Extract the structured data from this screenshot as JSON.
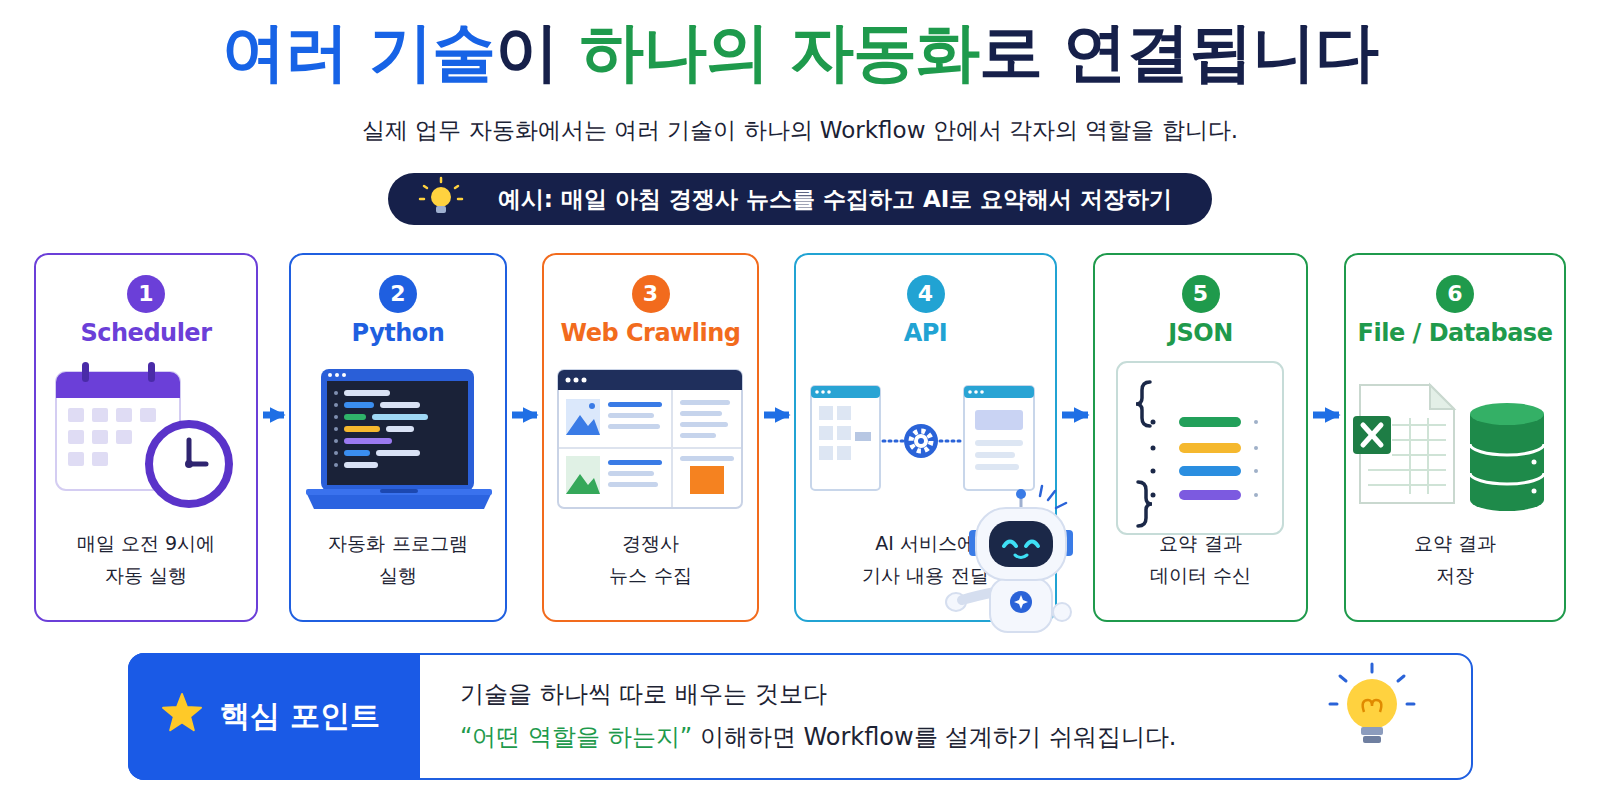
{
  "diagram": {
    "title": "여러 기술이 하나의 자동화로 연결됩니다",
    "nodes": [
      {
        "text": [
          "예시: 매일 아침 경쟁사 뉴스를 수집하고 AI로 요약해서 저장하기"
        ]
      },
      {
        "text": [
          "1",
          "Scheduler",
          "매일 오전 9시에 자동 실행"
        ]
      },
      {
        "text": [
          "2",
          "Python",
          "자동화 프로그램 실행"
        ]
      },
      {
        "text": [
          "3",
          "Web Crawling",
          "경쟁사 뉴스 수집"
        ]
      },
      {
        "text": [
          "4",
          "API",
          "AI 서비스에 기사 내용 전달"
        ]
      },
      {
        "text": [
          "5",
          "JSON",
          "요약 결과 데이터 수신"
        ]
      },
      {
        "text": [
          "6",
          "File / Database",
          "요약 결과 저장"
        ]
      },
      {
        "text": [
          "핵심 포인트",
          "기술을 하나씩 따로 배우는 것보다 “어떤 역할을 하는지” 이해하면 Workflow를 설계하기 쉬워집니다."
        ]
      }
    ],
    "edges": [
      {
        "from": 1,
        "to": 2,
        "arrow": "to"
      },
      {
        "from": 2,
        "to": 3,
        "arrow": "to"
      },
      {
        "from": 3,
        "to": 4,
        "arrow": "to"
      },
      {
        "from": 4,
        "to": 5,
        "arrow": "to"
      },
      {
        "from": 5,
        "to": 6,
        "arrow": "to"
      }
    ],
    "labels": [
      "실제 업무 자동화에서는 여러 기술이 하나의 Workflow 안에서 각자의 역할을 합니다."
    ]
  }
}
